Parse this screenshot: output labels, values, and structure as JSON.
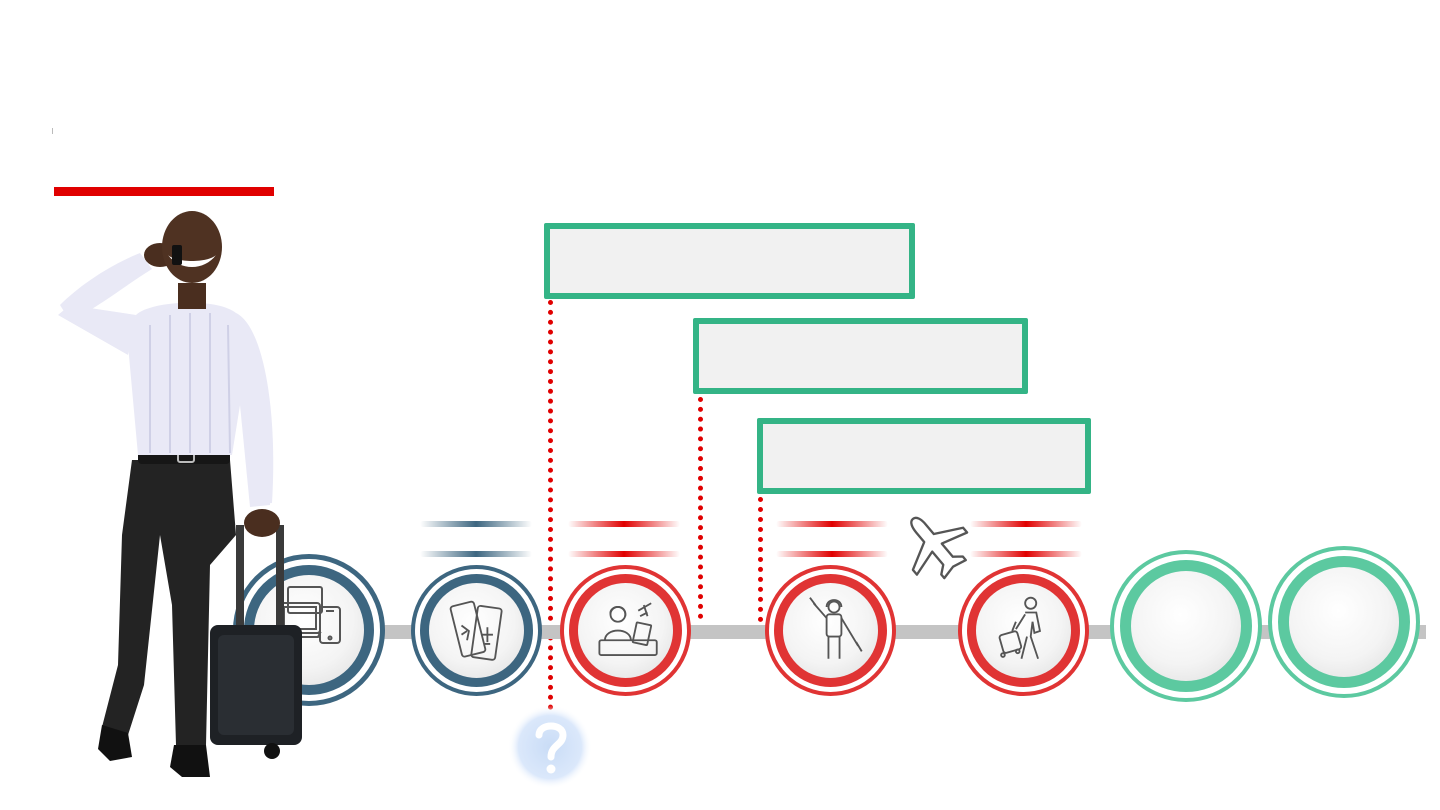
{
  "colors": {
    "accent_red": "#e00000",
    "box_green": "#34b486",
    "box_fill": "#f1f1f1",
    "stage_blue": "#3d6680",
    "stage_red": "#e03434",
    "stage_green": "#5cc9a0",
    "track_gray": "#c4c4c4"
  },
  "callouts": [
    {
      "name": "callout-box-1",
      "text": ""
    },
    {
      "name": "callout-box-2",
      "text": ""
    },
    {
      "name": "callout-box-3",
      "text": ""
    }
  ],
  "stages": [
    {
      "name": "stage-devices",
      "icon": "devices-icon",
      "color": "blue"
    },
    {
      "name": "stage-boarding-pass",
      "icon": "boarding-pass-icon",
      "color": "blue"
    },
    {
      "name": "stage-check-in-desk",
      "icon": "check-in-agent-icon",
      "color": "red"
    },
    {
      "name": "stage-ground-crew",
      "icon": "ground-crew-icon",
      "color": "red"
    },
    {
      "name": "stage-traveler",
      "icon": "traveler-luggage-icon",
      "color": "red"
    },
    {
      "name": "stage-empty-1",
      "icon": "",
      "color": "green"
    },
    {
      "name": "stage-empty-2",
      "icon": "",
      "color": "green"
    }
  ],
  "decor": {
    "photo": "businessman-phone-luggage",
    "question_icon": "question-mark-icon",
    "plane_icon": "airplane-icon"
  }
}
